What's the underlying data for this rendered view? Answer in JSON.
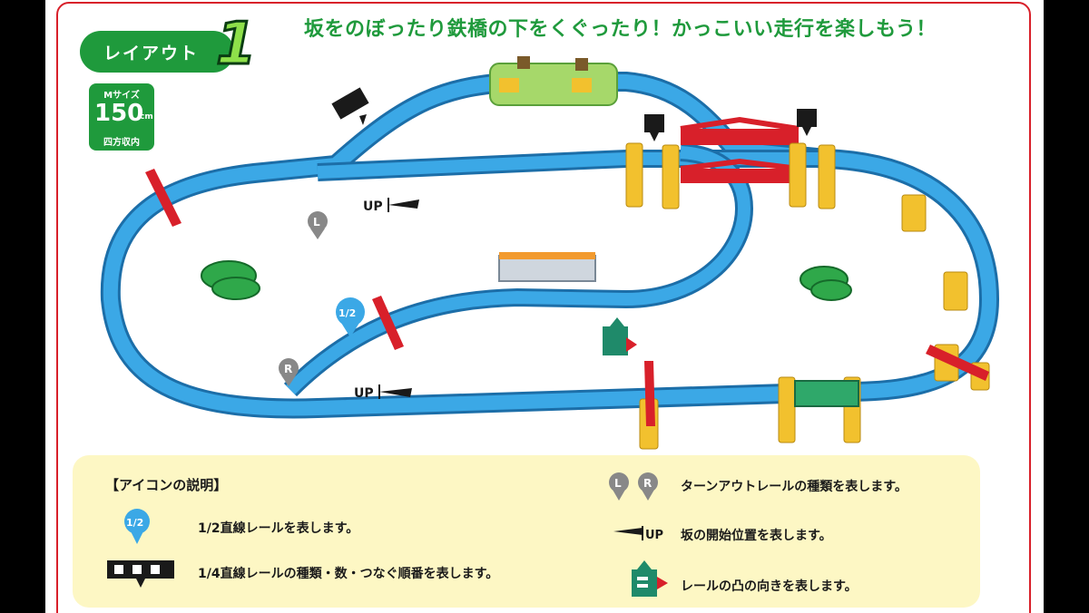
{
  "header": {
    "layout_label": "レイアウト",
    "layout_number": "1",
    "headline": "坂をのぼったり鉄橋の下をくぐったり！かっこいい走行を楽しもう！"
  },
  "size_badge": {
    "size": "Mサイズ",
    "value": "150",
    "unit": "cm",
    "note": "四方収内"
  },
  "track_labels": {
    "up_1": "UP",
    "up_2": "UP",
    "turnout_l": "L",
    "turnout_r": "R",
    "half_rail": "1/2"
  },
  "legend": {
    "title": "【アイコンの説明】",
    "half_rail_desc": "1/2直線レールを表します。",
    "quarter_rail_desc": "1/4直線レールの種類・数・つなぐ順番を表します。",
    "turnout_desc": "ターンアウトレールの種類を表します。",
    "slope_desc": "坂の開始位置を表します。",
    "slope_up_label": "UP",
    "direction_desc": "レールの凸の向きを表します。",
    "turnout_l": "L",
    "turnout_r": "R",
    "half_label": "1/2"
  },
  "colors": {
    "frame_red": "#d8202a",
    "accent_green": "#1f9a3c",
    "rail_blue": "#2f9ad8",
    "pier_yellow": "#f2c12e",
    "bridge_red": "#d8202a",
    "legend_bg": "#fdf7c4"
  }
}
